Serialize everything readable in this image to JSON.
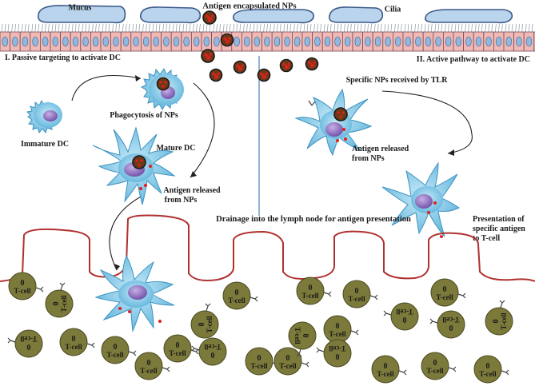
{
  "labels": {
    "mucus": "Mucus",
    "antigen_nps": "Antigen encapsulated NPs",
    "cilia": "Cilia",
    "pathway_passive": "I. Passive targeting to activate DC",
    "pathway_active": "II. Active pathway to activate DC",
    "immature_dc": "Immature DC",
    "phagocytosis": "Phagocytosis of NPs",
    "mature_dc": "Mature DC",
    "antigen_released_left_1": "Antigen released",
    "antigen_released_left_2": "from NPs",
    "specific_nps_tlr": "Specific NPs received by TLR",
    "antigen_released_right_1": "Antigen released",
    "antigen_released_right_2": "from NPs",
    "drainage": "Drainage into the lymph node for antigen presentation",
    "presentation_1": "Presentation of",
    "presentation_2": "specific antigen",
    "presentation_3": "to T-cell"
  },
  "tcell": {
    "label": "T-cell",
    "center_label": "0"
  },
  "colors": {
    "epithelial_cell": "#f2b8b4",
    "epithelial_nucleus": "#8fb8e0",
    "cilia": "#9aa2ad",
    "mucus_fill": "#b9d4ec",
    "mucus_stroke": "#3c5a8a",
    "dc_body": "#7cc6e6",
    "dc_stroke": "#3f93c0",
    "dc_nucleus": "#8a6ab8",
    "nanoparticle_shell": "#6b3a16",
    "nanoparticle_dot": "#e02020",
    "tcell_fill": "#7c7a3a",
    "lymph_line": "#b03030",
    "divider": "#4a80b8"
  }
}
